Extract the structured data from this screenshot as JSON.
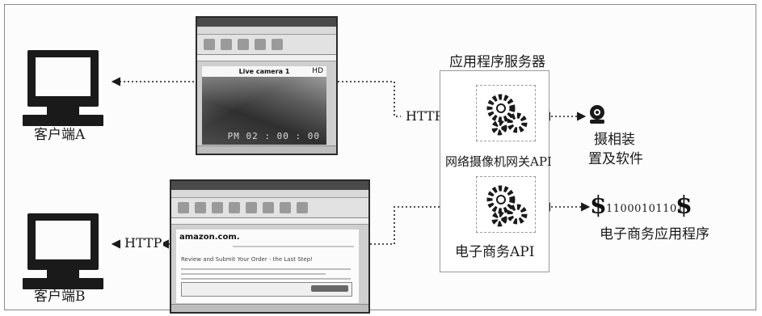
{
  "labels": {
    "server_title": "应用程序服务器",
    "client_a": "客户端A",
    "client_b": "客户端B",
    "http_a": "HTTP",
    "http_b": "HTTP",
    "camera_api": "网络摄像机网关API",
    "commerce_api": "电子商务API",
    "camera_device_line1": "摄相装",
    "camera_device_line2": "置及软件",
    "commerce_app": "电子商务应用程序",
    "binary_data": "11000101101"
  },
  "browser_a": {
    "content_title": "Live camera 1",
    "corner_mark": "HD",
    "timestamp": "PM 02 : 00 : 00"
  },
  "browser_b": {
    "logo": "amazon.com.",
    "heading": "Review and Submit Your Order - the Last Step!"
  },
  "colors": {
    "line": "#1a1a1a",
    "frame_border": "#8a8a8a",
    "dashed_box": "#9a9a9a"
  }
}
